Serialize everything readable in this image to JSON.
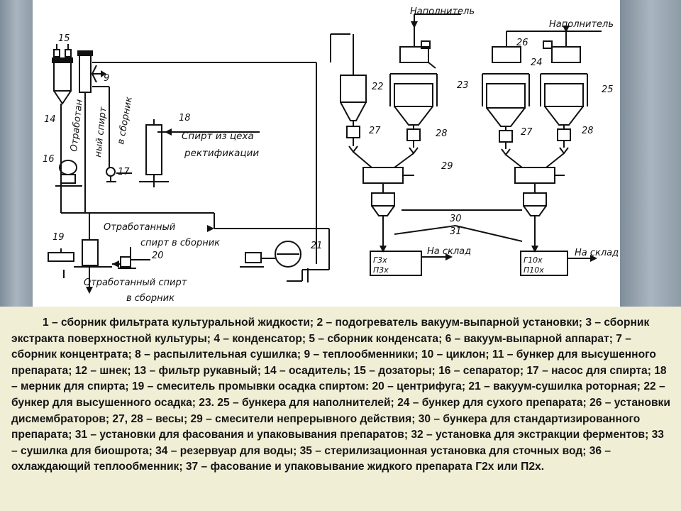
{
  "diagram": {
    "labels": {
      "filler_1": "Наполнитель",
      "filler_2": "Наполнитель",
      "spent_vertical_1": "Отработан",
      "spent_vertical_2": "ный спирт",
      "to_collector_vertical": "в сборник",
      "alcohol_from_shop_1": "Спирт из цеха",
      "alcohol_from_shop_2": "ректификации",
      "spent_mid_1": "Отработанный",
      "spent_mid_2": "спирт в сборник",
      "spent_bottom_1": "Отработанный спирт",
      "spent_bottom_2": "в сборник",
      "to_warehouse_1": "На склад",
      "to_warehouse_2": "На склад",
      "pack_left_1": "Г3х",
      "pack_left_2": "П3х",
      "pack_right_1": "Г10х",
      "pack_right_2": "П10х"
    },
    "numbers": {
      "n9": "9",
      "n14": "14",
      "n15": "15",
      "n16": "16",
      "n17": "17",
      "n18": "18",
      "n19": "19",
      "n20": "20",
      "n21": "21",
      "n22": "22",
      "n23": "23",
      "n24": "24",
      "n25": "25",
      "n26": "26",
      "n27a": "27",
      "n27b": "27",
      "n28a": "28",
      "n28b": "28",
      "n29": "29",
      "n30": "30",
      "n31": "31"
    }
  },
  "caption": {
    "text": "1 – сборник фильтрата культуральной жидкости; 2 – подогреватель вакуум-выпарной установки; 3 – сборник экстракта поверхностной культуры; 4 – конденсатор; 5 – сборник конденсата; 6 – вакуум-выпарной аппарат; 7 – сборник концентрата; 8 – распылительная сушилка; 9 – теплообменники; 10 – циклон; 11 – бункер для высушенного препарата; 12 – шнек; 13 – фильтр рукавный; 14 – осадитель; 15 – дозаторы; 16 – сепаратор; 17 – насос для спирта; 18 – мерник для спирта; 19 – смеситель промывки осадка спиртом: 20 – центрифуга; 21 – вакуум-сушилка роторная; 22 – бункер для высушенного осадка; 23. 25 – бункера для наполнителей; 24 – бункер для сухого препарата; 26 – установки дисмембраторов; 27, 28 – весы; 29 – смесители непрерывного действия; 30 – бункера для стандартизированного препарата; 31 – установки для фасования и упаковывания препаратов; 32 – установка для экстракции ферментов; 33 – сушилка для биошрота; 34 – резервуар для воды; 35 – стерилизационная установка для сточных вод; 36 – охлаждающий теплообменник; 37 – фасование и упаковывание жидкого препарата Г2х или П2х."
  }
}
